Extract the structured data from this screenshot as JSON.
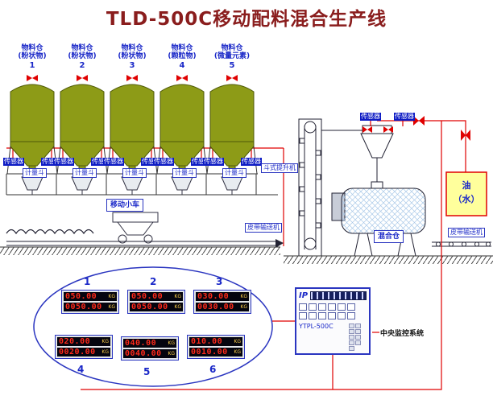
{
  "title": "TLD-500C移动配料混合生产线",
  "silos": [
    {
      "name": "物料仓",
      "spec": "(粉状物)",
      "num": "1"
    },
    {
      "name": "物料仓",
      "spec": "(粉状物)",
      "num": "2"
    },
    {
      "name": "物料仓",
      "spec": "(粉状物)",
      "num": "3"
    },
    {
      "name": "物料仓",
      "spec": "(颗粒物)",
      "num": "4"
    },
    {
      "name": "物料仓",
      "spec": "(微量元素)",
      "num": "5"
    }
  ],
  "labels": {
    "sensor": "传感器",
    "weigh_hopper": "计量斗",
    "mobile_cart": "移动小车",
    "bucket_elevator": "斗式提升机",
    "belt_conveyor": "皮带输送机",
    "mixer": "混合仓",
    "oil_line1": "油",
    "oil_line2": "（水）",
    "central_monitoring": "中央监控系统"
  },
  "cabinet": {
    "logo": "IP",
    "model": "YTPL-500C"
  },
  "displays": [
    {
      "num": "1",
      "set": "050.00",
      "actual": "0050.00",
      "unit": "KG"
    },
    {
      "num": "2",
      "set": "050.00",
      "actual": "0050.00",
      "unit": "KG"
    },
    {
      "num": "3",
      "set": "030.00",
      "actual": "0030.00",
      "unit": "KG"
    },
    {
      "num": "4",
      "set": "020.00",
      "actual": "0020.00",
      "unit": "KG"
    },
    {
      "num": "5",
      "set": "040.00",
      "actual": "0040.00",
      "unit": "KG"
    },
    {
      "num": "6",
      "set": "010.00",
      "actual": "0010.00",
      "unit": "KG"
    }
  ],
  "colors": {
    "title": "#8a1d1d",
    "accent_red": "#e00000",
    "label_blue": "#1a28c8",
    "silo_fill": "#8d9b17",
    "oil_bg": "#ffff9c",
    "digit_red": "#ff2a1a"
  }
}
